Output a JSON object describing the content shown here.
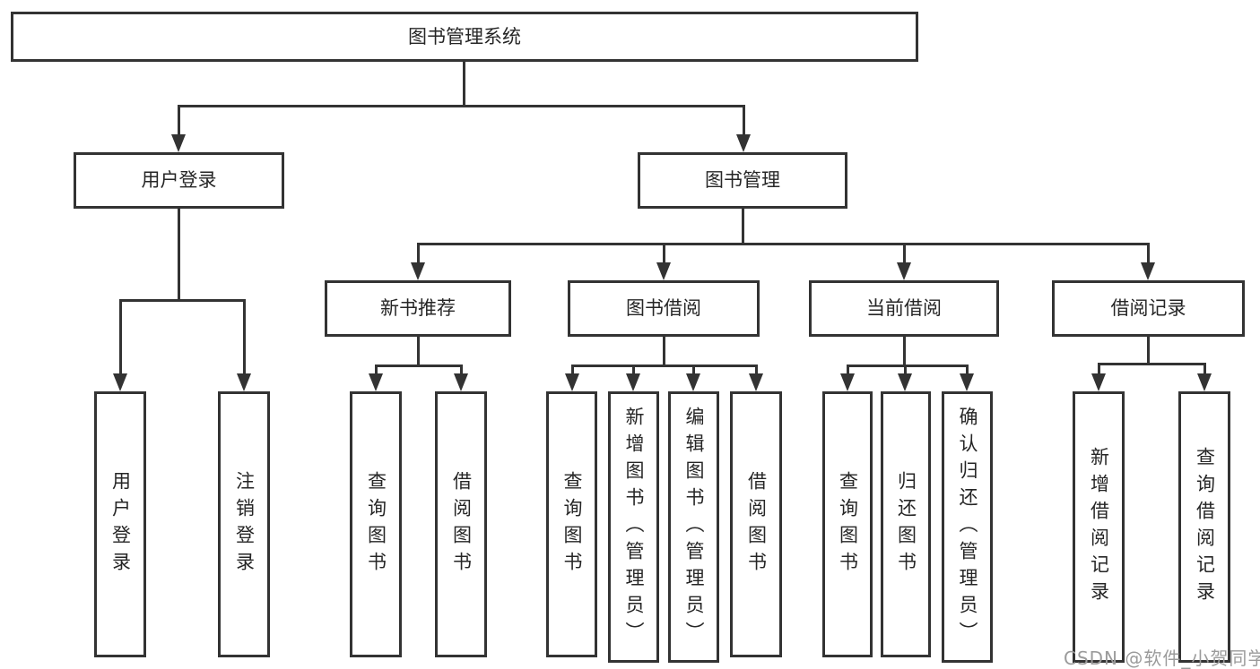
{
  "diagram": {
    "title": "图书管理系统",
    "level2": {
      "user_login": "用户登录",
      "book_mgmt": "图书管理"
    },
    "level3": {
      "new_books": "新书推荐",
      "book_borrow": "图书借阅",
      "current_borrow": "当前借阅",
      "borrow_records": "借阅记录"
    },
    "leaves": {
      "user_login": "用户登录",
      "logout": "注销登录",
      "nb_query": "查询图书",
      "nb_borrow": "借阅图书",
      "bb_query": "查询图书",
      "bb_add": "新增图书（管理员）",
      "bb_edit": "编辑图书（管理员）",
      "bb_borrow": "借阅图书",
      "cb_query": "查询图书",
      "cb_return": "归还图书",
      "cb_confirm": "确认归还（管理员）",
      "br_add": "新增借阅记录",
      "br_query": "查询借阅记录"
    }
  },
  "watermark": "CSDN @软件_小贺同学",
  "colors": {
    "line": "#333333",
    "text": "#262626",
    "watermark": "#9b9b9b",
    "background": "#ffffff"
  }
}
